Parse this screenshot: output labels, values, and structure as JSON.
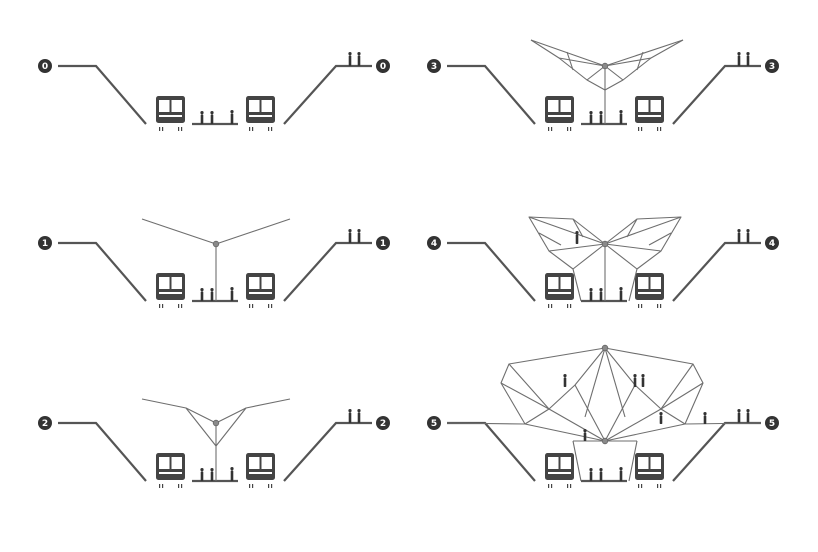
{
  "stages": [
    {
      "number": "0"
    },
    {
      "number": "1"
    },
    {
      "number": "2"
    },
    {
      "number": "3"
    },
    {
      "number": "4"
    },
    {
      "number": "5"
    }
  ],
  "colors": {
    "ground": "#555555",
    "frame": "#6e6e6e",
    "badge": "#333333",
    "bus": "#444444",
    "joint": "#8a8a8a"
  },
  "icons": [
    "bus-icon",
    "person-icon",
    "joint-node-icon",
    "stage-number-badge"
  ]
}
